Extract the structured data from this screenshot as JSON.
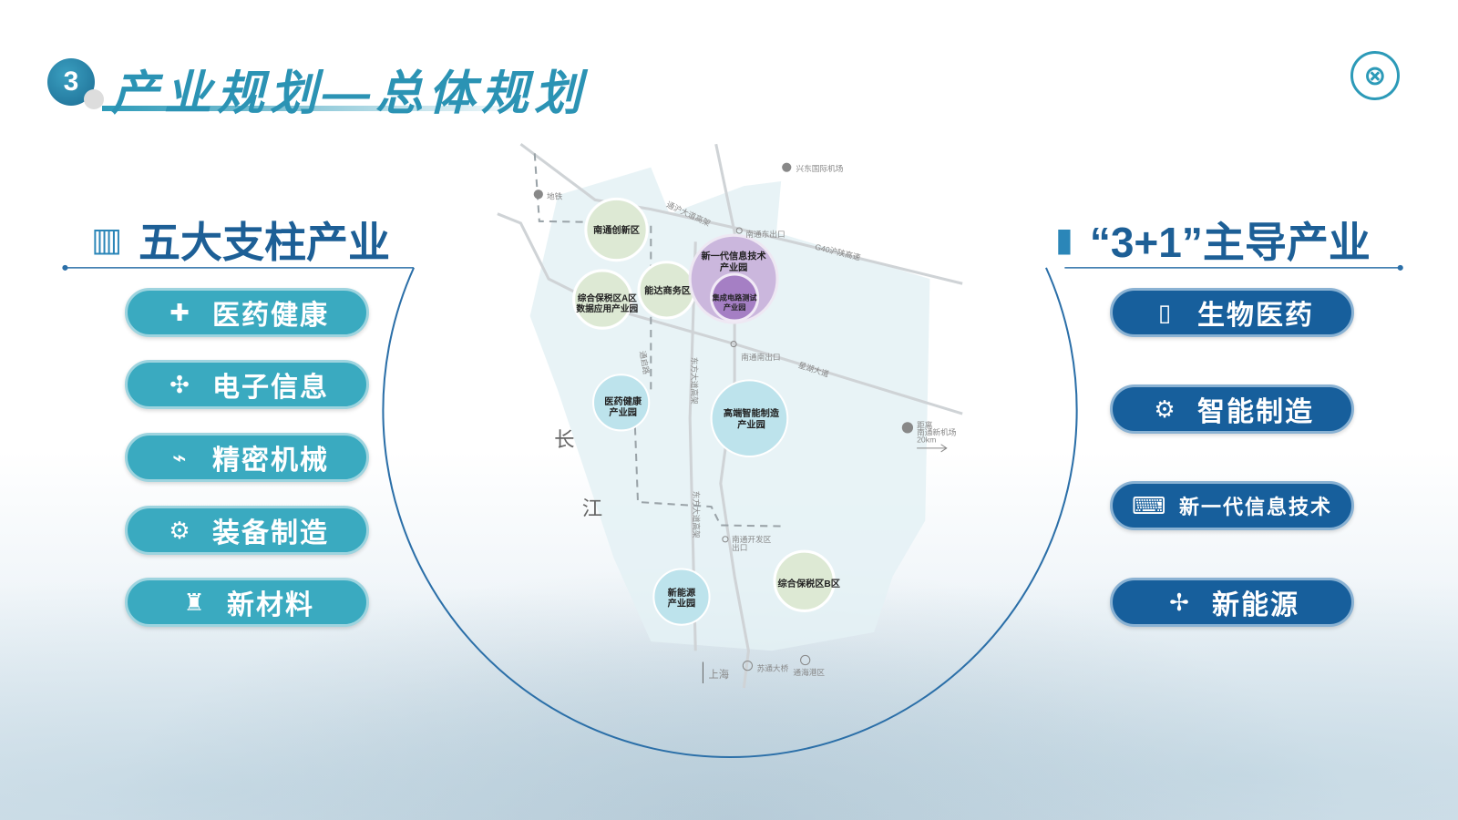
{
  "header": {
    "number": "3",
    "title": "产业规划—总体规划",
    "logo": "logo-emblem"
  },
  "left": {
    "title": "五大支柱产业",
    "icon": "buildings-icon",
    "items": [
      {
        "label": "医药健康",
        "icon": "medical-kit-icon"
      },
      {
        "label": "电子信息",
        "icon": "circuit-icon"
      },
      {
        "label": "精密机械",
        "icon": "monitor-wave-icon"
      },
      {
        "label": "装备制造",
        "icon": "robot-arm-icon"
      },
      {
        "label": "新材料",
        "icon": "bottle-icon"
      }
    ]
  },
  "right": {
    "title": "“3+1”主导产业",
    "icon": "skyscraper-icon",
    "items": [
      {
        "label": "生物医药",
        "icon": "capsule-icon"
      },
      {
        "label": "智能制造",
        "icon": "robot-icon"
      },
      {
        "label": "新一代信息技术",
        "icon": "tech-screen-icon"
      },
      {
        "label": "新能源",
        "icon": "wind-turbine-icon"
      }
    ]
  },
  "map": {
    "zones": {
      "innovation": "南通创新区",
      "nengda": "能达商务区",
      "bonded_a": [
        "综合保税区A区",
        "数据应用产业园"
      ],
      "nextgen_it": [
        "新一代信息技术",
        "产业园"
      ],
      "ic_test": [
        "集成电路测试",
        "产业园"
      ],
      "pharma": [
        "医药健康",
        "产业园"
      ],
      "hightech": [
        "高端智能制造",
        "产业园"
      ],
      "newenergy": [
        "新能源",
        "产业园"
      ],
      "bonded_b": "综合保税区B区"
    },
    "labels": {
      "airport": "兴东国际机场",
      "metro": "地铁",
      "tonghu": "通沪大道高架",
      "east_exit": "南通东出口",
      "g40": "G40沪陕高速",
      "south_exit": "南通南出口",
      "xinghu": "星湖大道",
      "dongfang1": "东方大道高架",
      "dongfang2": "东方大道高架",
      "road_w": "通启路",
      "devzone_exit": [
        "南通开发区",
        "出口"
      ],
      "new_airport": [
        "距离",
        "南通新机场",
        "20km"
      ],
      "river1": "长",
      "river2": "江",
      "shanghai": "上海",
      "sutong": "苏通大桥",
      "tonghai": "通海港区"
    }
  }
}
